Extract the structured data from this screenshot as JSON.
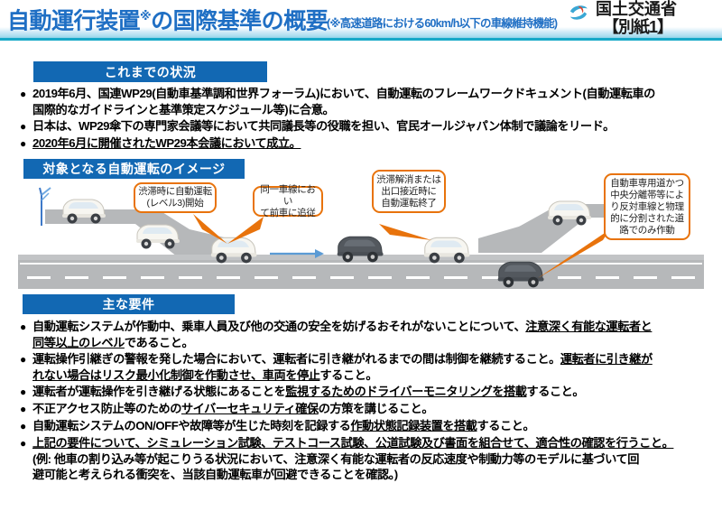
{
  "header": {
    "title_main": "自動運行装置",
    "title_sup": "※",
    "title_rest": "の国際基準の概要",
    "title_note": "(※高速道路における60km/h以下の車線維持機能)",
    "ministry_name": "国土交通省",
    "ministry_sub": "【別紙1】",
    "logo_name": "mlit-logo-icon",
    "accent_blue": "#1F6FC4",
    "rule_cyan": "#16a8c8"
  },
  "sections": {
    "status": {
      "heading": "これまでの状況",
      "bullets": [
        {
          "lines": [
            "2019年6月、国連WP29(自動車基準調和世界フォーラム)において、自動運転のフレームワークドキュメント(自動運転車の",
            "国際的なガイドラインと基準策定スケジュール等)に合意。"
          ],
          "underline": false
        },
        {
          "lines": [
            "日本は、WP29傘下の専門家会議等において共同議長等の役職を担い、官民オールジャパン体制で議論をリード。"
          ],
          "underline": false
        },
        {
          "lines": [
            "2020年6月に開催されたWP29本会議において成立。"
          ],
          "underline": true
        }
      ]
    },
    "image": {
      "heading": "対象となる自動運転のイメージ",
      "callouts": [
        {
          "name": "callout-start-auto",
          "lines": [
            "渋滞時に自動運転",
            "(レベル3)開始"
          ]
        },
        {
          "name": "callout-follow-lead",
          "lines": [
            "同一車線におい",
            "て前車に追従"
          ]
        },
        {
          "name": "callout-end-auto",
          "lines": [
            "渋滞解消または",
            "出口接近時に",
            "自動運転終了"
          ]
        },
        {
          "name": "callout-road-conditions",
          "lines": [
            "自動車専用道かつ",
            "中央分離帯等によ",
            "り反対車線と物理",
            "的に分割された道",
            "路でのみ作動"
          ]
        }
      ],
      "callout_border_color": "#E8730C",
      "road_color": "#b6b8ba",
      "arrow_color": "#5B9BD5",
      "car_white_color": "#f7f6f1",
      "car_dark_color": "#53585e"
    },
    "requirements": {
      "heading": "主な要件",
      "bullets": [
        {
          "segments": [
            {
              "t": "自動運転システムが作動中、乗車人員及び他の交通の安全を妨げるおそれがないことについて、",
              "u": false
            },
            {
              "t": "注意深く有能な運転者と",
              "u": true
            }
          ],
          "segments2": [
            {
              "t": "同等以上のレベル",
              "u": true
            },
            {
              "t": "であること。",
              "u": false
            }
          ]
        },
        {
          "segments": [
            {
              "t": "運転操作引継ぎの警報を発した場合において、運転者に引き継がれるまでの間は制御を継続すること。",
              "u": false
            },
            {
              "t": "運転者に引き継が",
              "u": true
            }
          ],
          "segments2": [
            {
              "t": "れない場合はリスク最小化制御を作動させ、車両を停止",
              "u": true
            },
            {
              "t": "すること。",
              "u": false
            }
          ]
        },
        {
          "segments": [
            {
              "t": "運転者が運転操作を引き継げる状態にあることを",
              "u": false
            },
            {
              "t": "監視するためのドライバーモニタリングを搭載",
              "u": true
            },
            {
              "t": "すること。",
              "u": false
            }
          ],
          "segments2": []
        },
        {
          "segments": [
            {
              "t": "不正アクセス防止等のための",
              "u": false
            },
            {
              "t": "サイバーセキュリティ確保",
              "u": true
            },
            {
              "t": "の方策を講じること。",
              "u": false
            }
          ],
          "segments2": []
        },
        {
          "segments": [
            {
              "t": "自動運転システムのON/OFFや故障等が生じた時刻を記録する",
              "u": false
            },
            {
              "t": "作動状態記録装置を搭載",
              "u": true
            },
            {
              "t": "すること。",
              "u": false
            }
          ],
          "segments2": []
        },
        {
          "segments": [
            {
              "t": "上記の要件について、シミュレーション試験、テストコース試験、公道試験及び書面を組合せて、適合性の確認を行うこと。",
              "u": true
            }
          ],
          "segments2": []
        }
      ],
      "note_lines": [
        "(例: 他車の割り込み等が起こりうる状況において、注意深く有能な運転者の反応速度や制動力等のモデルに基づいて回",
        "避可能と考えられる衝突を、当該自動運転車が回避できることを確認。)"
      ]
    }
  }
}
